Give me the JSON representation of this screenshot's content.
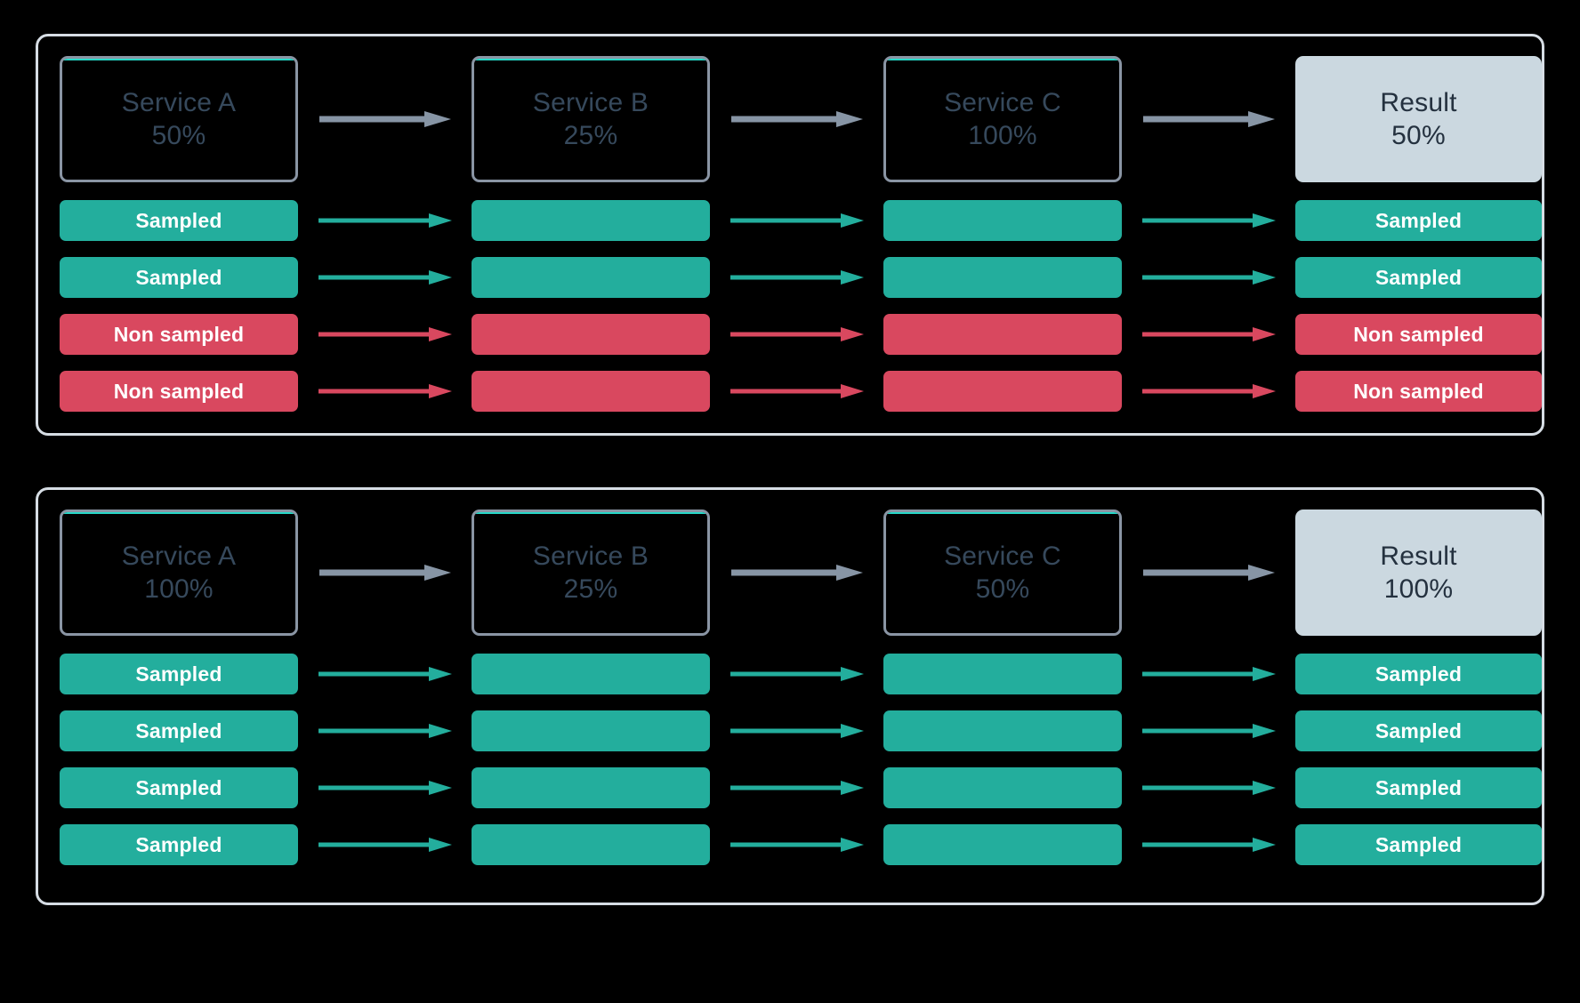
{
  "colors": {
    "background": "#000000",
    "panel_border": "#d6dde4",
    "service_border": "#8a95a4",
    "service_accent": "#27d8c8",
    "service_text": "#36495c",
    "result_background": "#cbd8e0",
    "result_text": "#24313f",
    "sampled": "#23ae9d",
    "non_sampled": "#d9485f",
    "arrow_grey": "#8795a5",
    "bar_text": "#ffffff"
  },
  "panels": [
    {
      "name": "head-based-sampling-scenario-1",
      "services": [
        {
          "name": "Service A",
          "percent": "50%"
        },
        {
          "name": "Service B",
          "percent": "25%"
        },
        {
          "name": "Service C",
          "percent": "100%"
        }
      ],
      "result": {
        "name": "Result",
        "percent": "50%"
      },
      "traces": [
        {
          "status": "Sampled",
          "kind": "sampled"
        },
        {
          "status": "Sampled",
          "kind": "sampled"
        },
        {
          "status": "Non sampled",
          "kind": "non-sampled"
        },
        {
          "status": "Non sampled",
          "kind": "non-sampled"
        }
      ]
    },
    {
      "name": "head-based-sampling-scenario-2",
      "services": [
        {
          "name": "Service A",
          "percent": "100%"
        },
        {
          "name": "Service B",
          "percent": "25%"
        },
        {
          "name": "Service C",
          "percent": "50%"
        }
      ],
      "result": {
        "name": "Result",
        "percent": "100%"
      },
      "traces": [
        {
          "status": "Sampled",
          "kind": "sampled"
        },
        {
          "status": "Sampled",
          "kind": "sampled"
        },
        {
          "status": "Sampled",
          "kind": "sampled"
        },
        {
          "status": "Sampled",
          "kind": "sampled"
        }
      ]
    }
  ]
}
